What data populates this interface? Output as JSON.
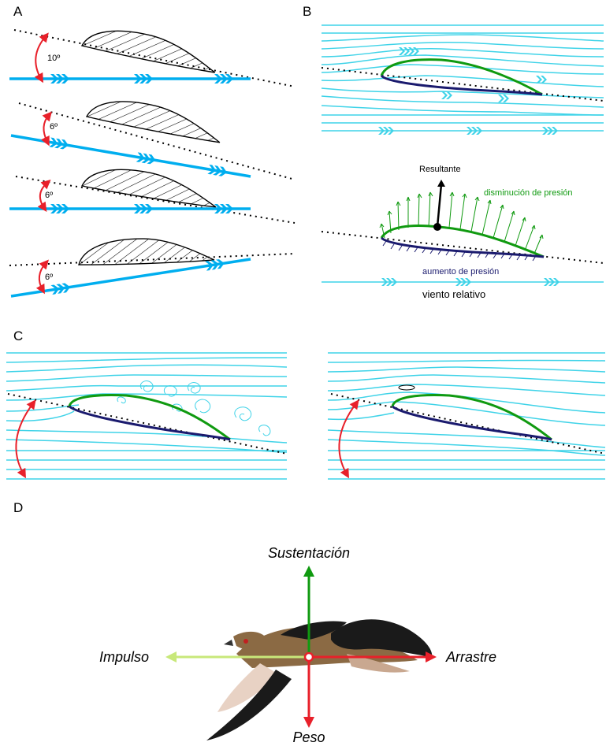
{
  "panels": {
    "a": {
      "letter": "A",
      "angles": [
        "10º",
        "6º",
        "6º",
        "6º"
      ]
    },
    "b": {
      "letter": "B",
      "resultant": "Resultante",
      "pressure_decrease": "disminución de presión",
      "pressure_increase": "aumento de presión",
      "relative_wind": "viento relativo"
    },
    "c": {
      "letter": "C"
    },
    "d": {
      "letter": "D",
      "lift": "Sustentación",
      "thrust": "Impulso",
      "drag": "Arrastre",
      "weight": "Peso"
    }
  },
  "colors": {
    "chord_line": "#00aeef",
    "streamline": "#3fd3e8",
    "upper_surface": "#109a10",
    "lower_surface": "#1a1a6e",
    "angle_arc": "#e8202a",
    "lift_arrow": "#109a10",
    "thrust_arrow": "#c8e87a",
    "drag_arrow": "#e8202a",
    "weight_arrow": "#e8202a"
  }
}
